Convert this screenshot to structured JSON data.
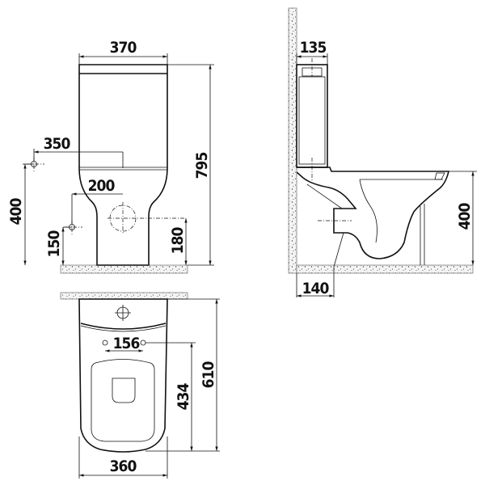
{
  "title": "Close-coupled toilet dimension drawing",
  "units": "mm",
  "front_view": {
    "width": "370",
    "total_height": "795",
    "water_inlet_offset": "350",
    "water_inlet_height": "400",
    "alt_inlet_offset": "200",
    "alt_inlet_height": "150",
    "outlet_height": "180"
  },
  "side_view": {
    "tank_depth": "135",
    "seat_height": "400",
    "outlet_from_wall": "140"
  },
  "plan_view": {
    "fixing_hole_spacing": "156",
    "fixing_to_front": "434",
    "total_depth": "610",
    "width": "360"
  },
  "colors": {
    "line": "#111111",
    "background": "#ffffff"
  }
}
